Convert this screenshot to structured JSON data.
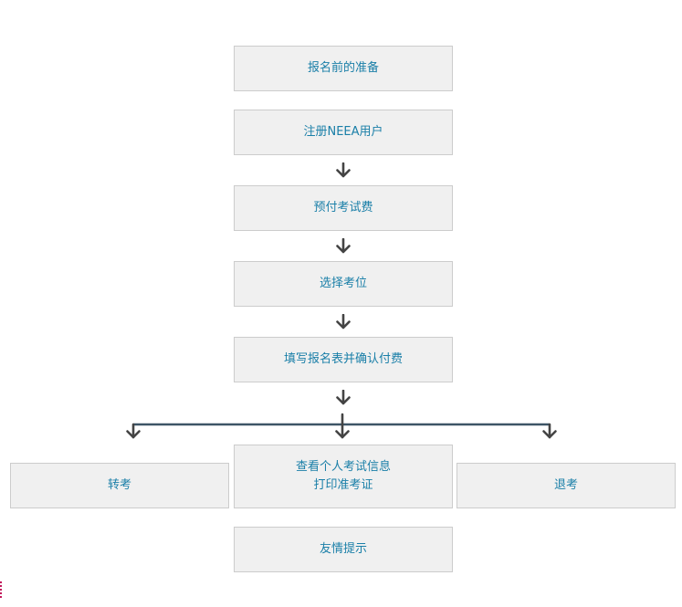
{
  "flow": {
    "prep": "报名前的准备",
    "register": "注册NEEA用户",
    "prepay": "预付考试费",
    "select_site": "选择考位",
    "fill_form": "填写报名表并确认付费",
    "transfer": "转考",
    "view_info_line1": "查看个人考试信息",
    "view_info_line2": "打印准考证",
    "withdraw": "退考",
    "tips": "友情提示"
  },
  "colors": {
    "box_fill": "#f0f0f0",
    "box_border": "#cccccc",
    "box_text": "#1a7fa8",
    "arrow": "#444444",
    "branch_line": "#3d5566"
  },
  "icons": {
    "arrow": "arrow-down-icon"
  }
}
